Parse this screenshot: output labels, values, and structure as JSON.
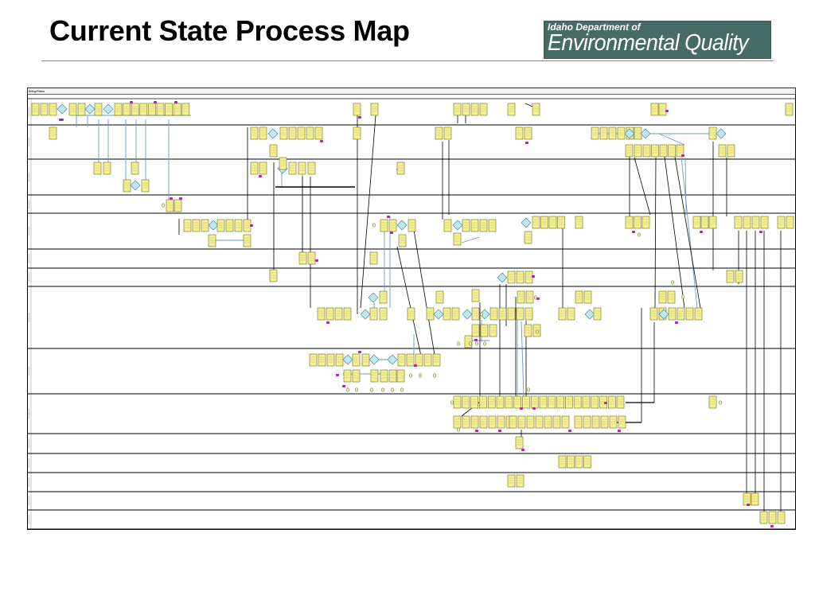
{
  "slide": {
    "title": "Current State Process Map"
  },
  "logo": {
    "line1": "Idaho Department of",
    "line2": "Environmental Quality",
    "background_color": "#476c66"
  },
  "process_map": {
    "header_label": "Billing/Plates",
    "lane_count": 17,
    "colors": {
      "task_fill": "#f5f090",
      "task_stroke": "#6b6b2a",
      "decision_fill": "#bfe8f0",
      "decision_stroke": "#3a8aa0",
      "connector": "#000000",
      "flow_link": "#6f96c8",
      "marker": "#b21fb2",
      "lane_line": "#000000"
    }
  }
}
